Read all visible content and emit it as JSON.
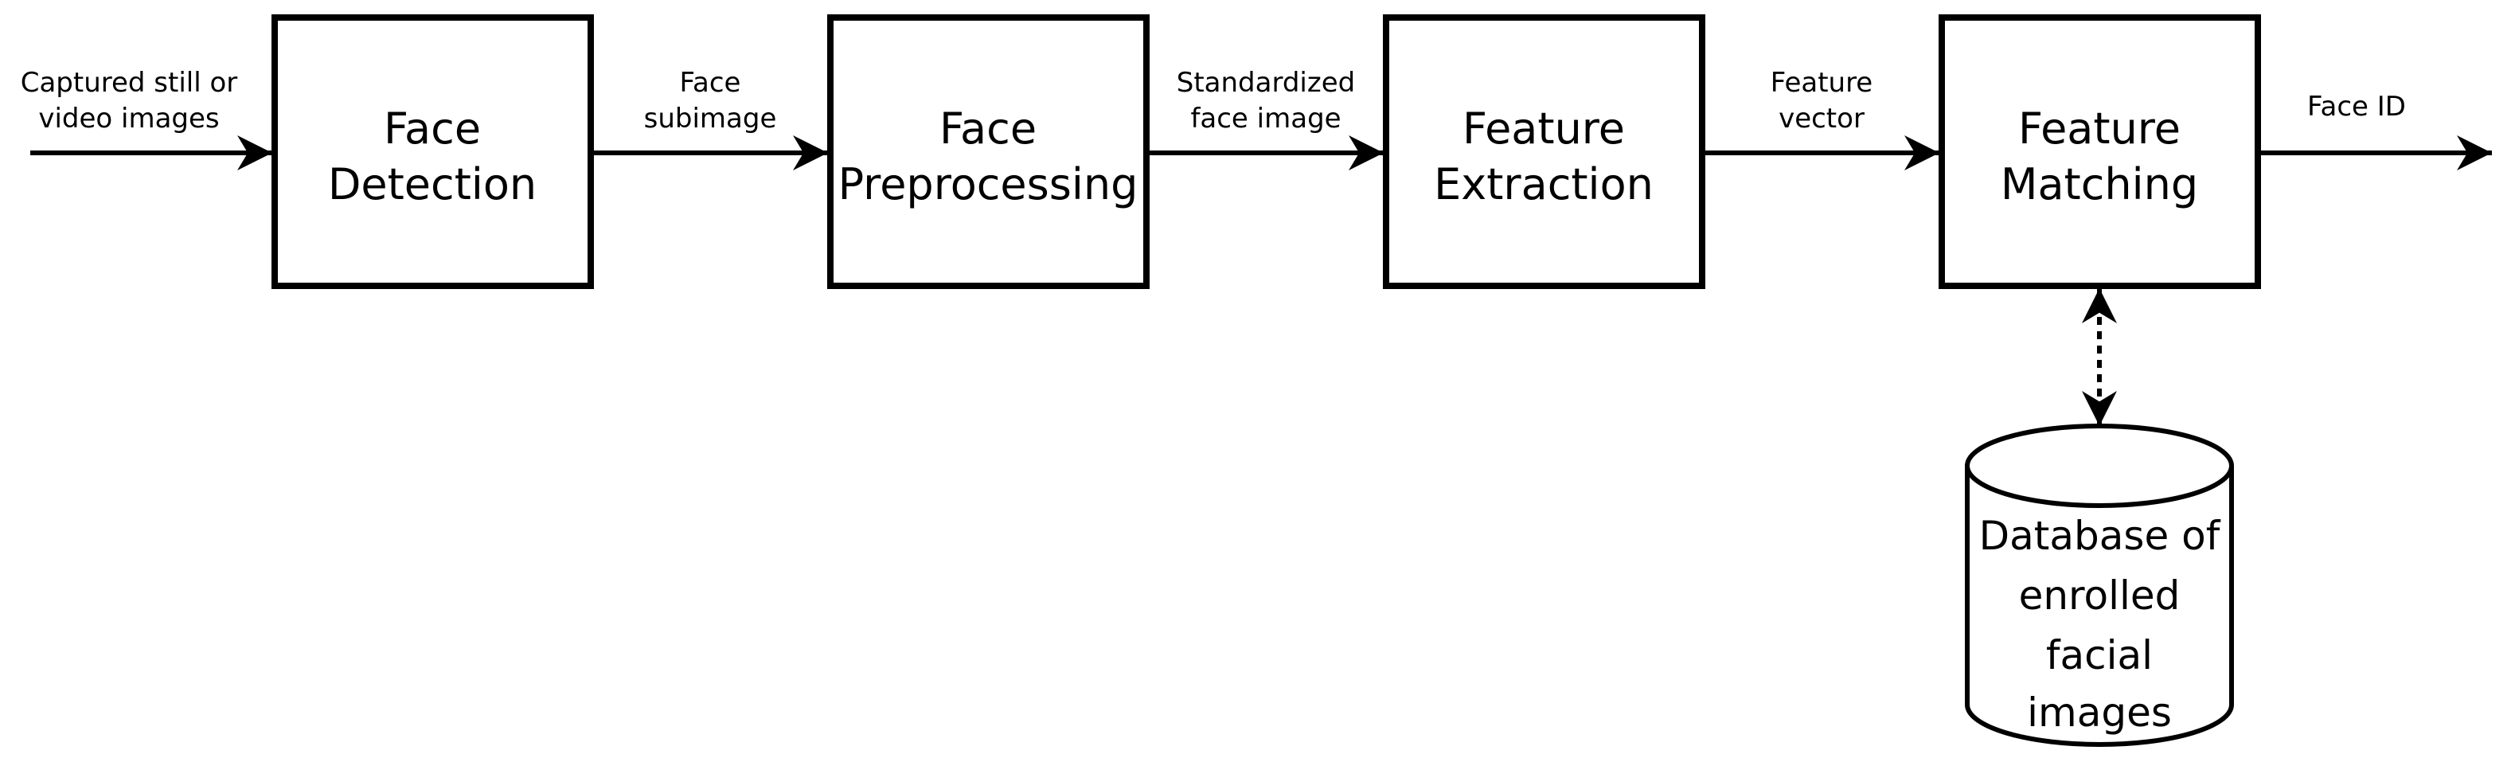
{
  "nodes": {
    "face_detection": {
      "line1": "Face",
      "line2": "Detection"
    },
    "face_preprocessing": {
      "line1": "Face",
      "line2": "Preprocessing"
    },
    "feature_extraction": {
      "line1": "Feature",
      "line2": "Extraction"
    },
    "feature_matching": {
      "line1": "Feature",
      "line2": "Matching"
    },
    "database": {
      "lines": [
        "Database of",
        "enrolled",
        "facial",
        "images"
      ]
    }
  },
  "edges": {
    "input": {
      "line1": "Captured still or",
      "line2": "video images"
    },
    "detection_to_preprocessing": {
      "line1": "Face",
      "line2": "subimage"
    },
    "preprocessing_to_extraction": {
      "line1": "Standardized",
      "line2": "face image"
    },
    "extraction_to_matching": {
      "line1": "Feature",
      "line2": "vector"
    },
    "output": {
      "line1": "Face ID"
    }
  }
}
